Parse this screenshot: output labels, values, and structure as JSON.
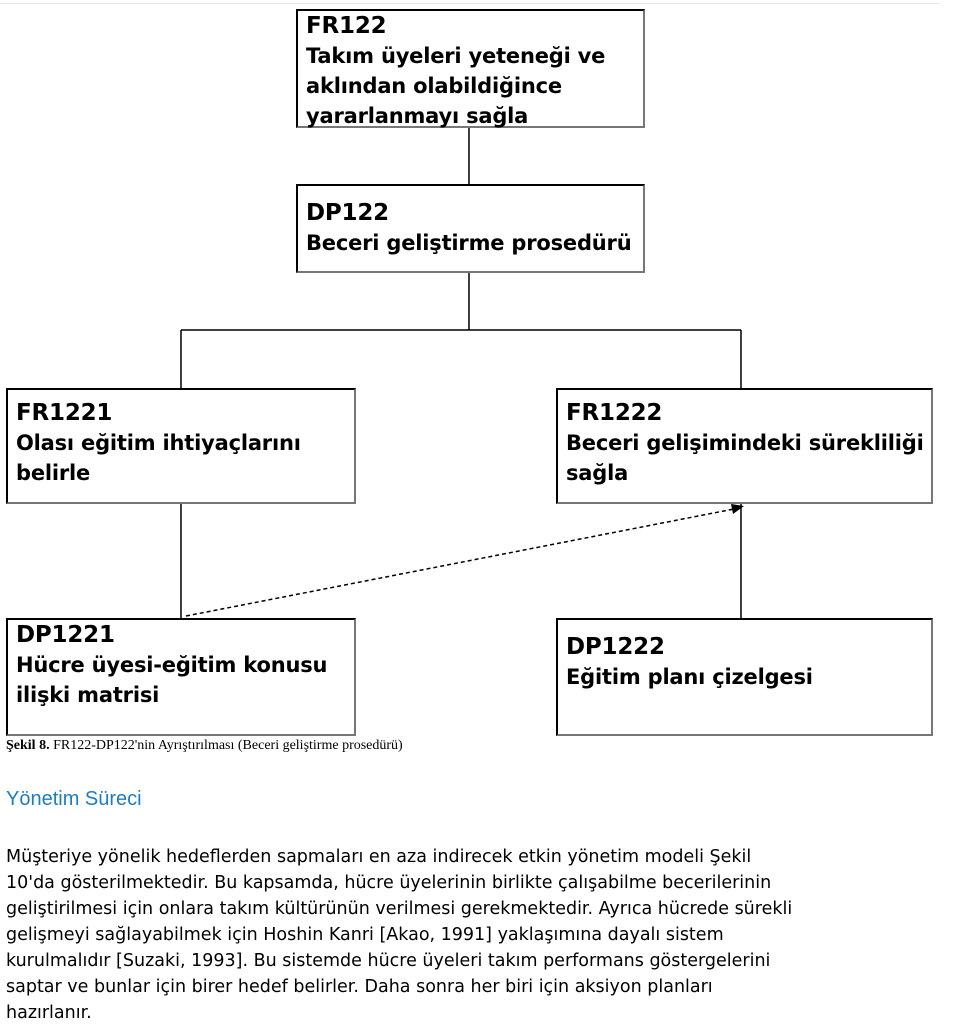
{
  "diagram": {
    "fr122": {
      "code": "FR122",
      "lines": [
        "Takım üyeleri yeteneği ve",
        "aklından olabildiğince",
        "yararlanmayı sağla"
      ]
    },
    "dp122": {
      "code": "DP122",
      "lines": [
        "Beceri geliştirme prosedürü"
      ]
    },
    "fr1221": {
      "code": "FR1221",
      "lines": [
        "Olası eğitim ihtiyaçlarını",
        "belirle"
      ]
    },
    "fr1222": {
      "code": "FR1222",
      "lines": [
        "Beceri gelişimindeki sürekliliği",
        "sağla"
      ]
    },
    "dp1221": {
      "code": "DP1221",
      "lines": [
        "Hücre üyesi-eğitim konusu",
        "ilişki matrisi"
      ]
    },
    "dp1222": {
      "code": "DP1222",
      "lines": [
        "Eğitim planı çizelgesi"
      ]
    }
  },
  "caption": {
    "label": "Şekil 8.",
    "text": " FR122-DP122'nin Ayrıştırılması (Beceri geliştirme prosedürü)"
  },
  "section_title": "Yönetim Süreci",
  "paragraph_lines": [
    "Müşteriye yönelik hedeflerden sapmaları en aza indirecek etkin yönetim modeli Şekil",
    "10'da gösterilmektedir. Bu kapsamda, hücre üyelerinin birlikte çalışabilme becerilerinin",
    "geliştirilmesi için onlara takım kültürünün verilmesi gerekmektedir. Ayrıca hücrede sürekli",
    "gelişmeyi sağlayabilmek için Hoshin Kanri [Akao, 1991] yaklaşımına dayalı sistem",
    "kurulmalıdır [Suzaki, 1993]. Bu sistemde hücre üyeleri takım performans göstergelerini",
    "saptar ve bunlar için birer hedef belirler. Daha sonra her biri için aksiyon planları",
    "hazırlanır."
  ],
  "colors": {
    "heading": "#1a7ec2",
    "border": "#000000"
  }
}
